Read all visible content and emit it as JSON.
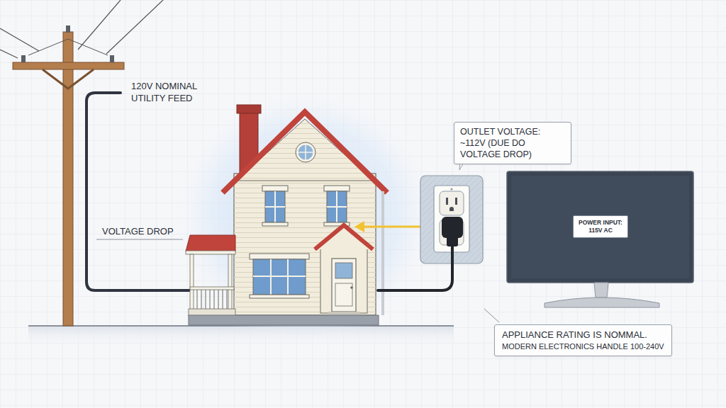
{
  "diagram": {
    "nodes": [
      {
        "text": [
          "OUTLET VOLTAGE: ~112V (DUE DO VOLTAGE DROP)"
        ]
      },
      {
        "text": [
          "POWER INPUT: 115V AC"
        ]
      },
      {
        "text": [
          "APPLIANCE RATING IS NOMMAL.",
          "MODERN ELECTRONICS HANDLE 100-240V"
        ]
      }
    ],
    "labels": [
      "120V NOMINAL UTILITY FEED",
      "VOLTAGE DROP"
    ]
  }
}
